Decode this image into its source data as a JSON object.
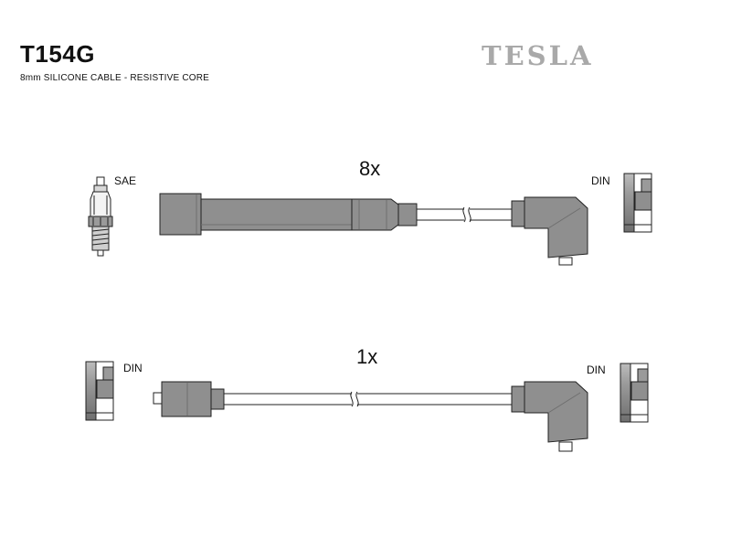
{
  "header": {
    "part_number": "T154G",
    "description": "8mm SILICONE CABLE - RESISTIVE CORE",
    "brand": "TESLA"
  },
  "cables": [
    {
      "quantity": "8x",
      "left_end": "SAE",
      "right_end": "DIN"
    },
    {
      "quantity": "1x",
      "left_end": "DIN",
      "right_end": "DIN"
    }
  ],
  "colors": {
    "part_fill": "#8f8f8f",
    "outline": "#222222",
    "brand_gray": "#a9a9a9"
  },
  "icons": [
    "spark-plug-icon",
    "din-terminal-icon",
    "straight-boot-icon",
    "angled-boot-icon"
  ]
}
